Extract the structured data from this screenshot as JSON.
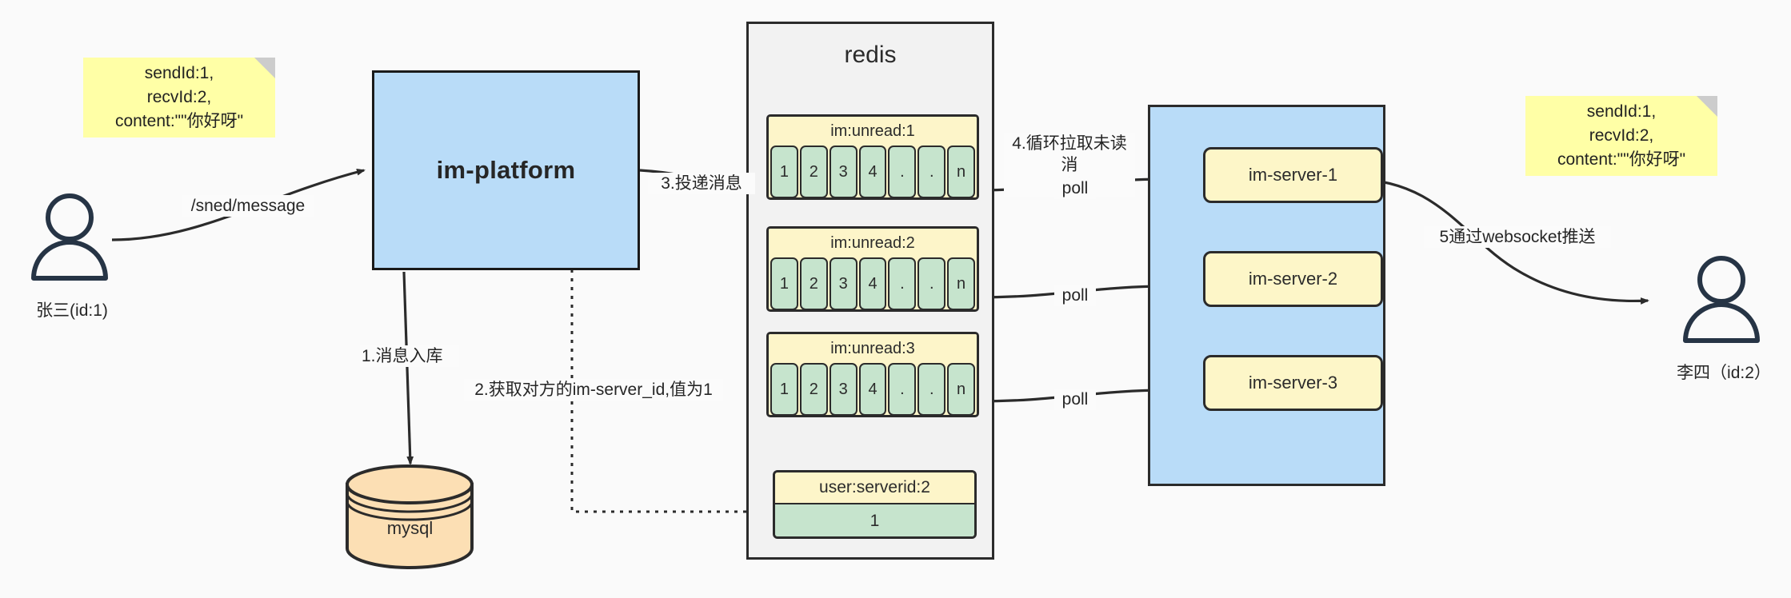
{
  "diagram": {
    "title": "IM message delivery architecture",
    "background": "#fafafa"
  },
  "actors": {
    "sender": {
      "label": "张三(id:1)",
      "icon": "user-icon"
    },
    "receiver": {
      "label": "李四（id:2）",
      "icon": "user-icon"
    }
  },
  "notes": {
    "left": "sendId:1,\nrecvId:2,\ncontent:\"\"你好呀\"",
    "right": "sendId:1,\nrecvId:2,\ncontent:\"\"你好呀\""
  },
  "platform": {
    "label": "im-platform",
    "color": "#b9dcf8"
  },
  "database": {
    "label": "mysql",
    "color": "#fcdfb4"
  },
  "redis": {
    "title": "redis",
    "color": "#f2f2f2",
    "queues": [
      {
        "key": "im:unread:1",
        "cells": [
          "1",
          "2",
          "3",
          "4",
          ".",
          ".",
          "n"
        ]
      },
      {
        "key": "im:unread:2",
        "cells": [
          "1",
          "2",
          "3",
          "4",
          ".",
          ".",
          "n"
        ]
      },
      {
        "key": "im:unread:3",
        "cells": [
          "1",
          "2",
          "3",
          "4",
          ".",
          ".",
          "n"
        ]
      }
    ],
    "kv": {
      "key": "user:serverid:2",
      "value": "1"
    }
  },
  "cluster": {
    "color": "#b9dcf8",
    "servers": [
      {
        "label": "im-server-1"
      },
      {
        "label": "im-server-2"
      },
      {
        "label": "im-server-3"
      }
    ]
  },
  "edges": {
    "send_message": "/sned/message",
    "step1": "1.消息入库",
    "step2": "2.获取对方的im-server_id,值为1",
    "step3": "3.投递消息",
    "step4": "4.循环拉取未读消\n息",
    "step5": "5通过websocket推送",
    "poll1": "poll",
    "poll2": "poll",
    "poll3": "poll"
  },
  "colors": {
    "note": "#ffffa6",
    "blue": "#b9dcf8",
    "yellow": "#fdf5c9",
    "green": "#c6e4cd",
    "orange": "#fcdfb4",
    "stroke": "#2b2b2b"
  }
}
